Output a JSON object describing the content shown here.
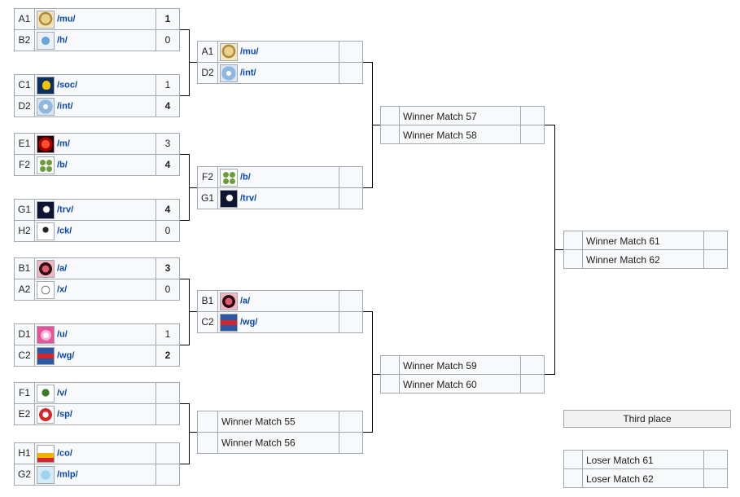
{
  "rounds": [
    {
      "matches": [
        {
          "team1": {
            "seed": "A1",
            "name": "/mu/",
            "score": "1",
            "win": true,
            "logo": "l-mu"
          },
          "team2": {
            "seed": "B2",
            "name": "/h/",
            "score": "0",
            "win": false,
            "logo": "l-h"
          }
        },
        {
          "team1": {
            "seed": "C1",
            "name": "/soc/",
            "score": "1",
            "win": false,
            "logo": "l-soc"
          },
          "team2": {
            "seed": "D2",
            "name": "/int/",
            "score": "4",
            "win": true,
            "logo": "l-int"
          }
        },
        {
          "team1": {
            "seed": "E1",
            "name": "/m/",
            "score": "3",
            "win": false,
            "logo": "l-m"
          },
          "team2": {
            "seed": "F2",
            "name": "/b/",
            "score": "4",
            "win": true,
            "logo": "l-b"
          }
        },
        {
          "team1": {
            "seed": "G1",
            "name": "/trv/",
            "score": "4",
            "win": true,
            "logo": "l-trv"
          },
          "team2": {
            "seed": "H2",
            "name": "/ck/",
            "score": "0",
            "win": false,
            "logo": "l-ck"
          }
        },
        {
          "team1": {
            "seed": "B1",
            "name": "/a/",
            "score": "3",
            "win": true,
            "logo": "l-a"
          },
          "team2": {
            "seed": "A2",
            "name": "/x/",
            "score": "0",
            "win": false,
            "logo": "l-x"
          }
        },
        {
          "team1": {
            "seed": "D1",
            "name": "/u/",
            "score": "1",
            "win": false,
            "logo": "l-u"
          },
          "team2": {
            "seed": "C2",
            "name": "/wg/",
            "score": "2",
            "win": true,
            "logo": "l-wg"
          }
        },
        {
          "team1": {
            "seed": "F1",
            "name": "/v/",
            "score": "",
            "win": false,
            "logo": "l-v"
          },
          "team2": {
            "seed": "E2",
            "name": "/sp/",
            "score": "",
            "win": false,
            "logo": "l-sp"
          }
        },
        {
          "team1": {
            "seed": "H1",
            "name": "/co/",
            "score": "",
            "win": false,
            "logo": "l-co"
          },
          "team2": {
            "seed": "G2",
            "name": "/mlp/",
            "score": "",
            "win": false,
            "logo": "l-mlp"
          }
        }
      ]
    },
    {
      "matches": [
        {
          "team1": {
            "seed": "A1",
            "name": "/mu/",
            "score": "",
            "win": false,
            "logo": "l-mu"
          },
          "team2": {
            "seed": "D2",
            "name": "/int/",
            "score": "",
            "win": false,
            "logo": "l-int"
          }
        },
        {
          "team1": {
            "seed": "F2",
            "name": "/b/",
            "score": "",
            "win": false,
            "logo": "l-b"
          },
          "team2": {
            "seed": "G1",
            "name": "/trv/",
            "score": "",
            "win": false,
            "logo": "l-trv"
          }
        },
        {
          "team1": {
            "seed": "B1",
            "name": "/a/",
            "score": "",
            "win": false,
            "logo": "l-a"
          },
          "team2": {
            "seed": "C2",
            "name": "/wg/",
            "score": "",
            "win": false,
            "logo": "l-wg"
          }
        },
        {
          "team1": {
            "seed": "",
            "name": "Winner Match 55",
            "score": "",
            "win": false,
            "logo": ""
          },
          "team2": {
            "seed": "",
            "name": "Winner Match 56",
            "score": "",
            "win": false,
            "logo": ""
          }
        }
      ]
    },
    {
      "matches": [
        {
          "team1": {
            "seed": "",
            "name": "Winner Match 57",
            "score": "",
            "win": false,
            "logo": ""
          },
          "team2": {
            "seed": "",
            "name": "Winner Match 58",
            "score": "",
            "win": false,
            "logo": ""
          }
        },
        {
          "team1": {
            "seed": "",
            "name": "Winner Match 59",
            "score": "",
            "win": false,
            "logo": ""
          },
          "team2": {
            "seed": "",
            "name": "Winner Match 60",
            "score": "",
            "win": false,
            "logo": ""
          }
        }
      ]
    },
    {
      "matches": [
        {
          "team1": {
            "seed": "",
            "name": "Winner Match 61",
            "score": "",
            "win": false,
            "logo": ""
          },
          "team2": {
            "seed": "",
            "name": "Winner Match 62",
            "score": "",
            "win": false,
            "logo": ""
          }
        }
      ]
    }
  ],
  "third_place": {
    "title": "Third place",
    "match": {
      "team1": {
        "seed": "",
        "name": "Loser Match 61",
        "score": "",
        "win": false,
        "logo": ""
      },
      "team2": {
        "seed": "",
        "name": "Loser Match 62",
        "score": "",
        "win": false,
        "logo": ""
      }
    }
  }
}
